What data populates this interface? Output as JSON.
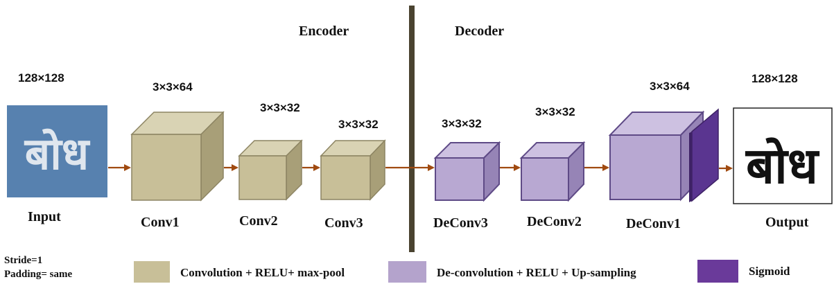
{
  "sections": {
    "encoder": "Encoder",
    "decoder": "Decoder"
  },
  "input": {
    "size": "128×128",
    "label": "Input",
    "glyphs": "बोध"
  },
  "output": {
    "size": "128×128",
    "label": "Output",
    "glyphs": "बोध"
  },
  "layers": [
    {
      "id": "conv1",
      "label": "Conv1",
      "dims": "3×3×64"
    },
    {
      "id": "conv2",
      "label": "Conv2",
      "dims": "3×3×32"
    },
    {
      "id": "conv3",
      "label": "Conv3",
      "dims": "3×3×32"
    },
    {
      "id": "deconv3",
      "label": "DeConv3",
      "dims": "3×3×32"
    },
    {
      "id": "deconv2",
      "label": "DeConv2",
      "dims": "3×3×32"
    },
    {
      "id": "deconv1",
      "label": "DeConv1",
      "dims": "3×3×64"
    }
  ],
  "notes": {
    "stride": "Stride=1",
    "padding": "Padding= same"
  },
  "legend": [
    {
      "label": "Convolution + RELU+ max-pool",
      "color": "#c8bf98"
    },
    {
      "label": "De-convolution + RELU + Up-sampling",
      "color": "#b4a3cc"
    },
    {
      "label": "Sigmoid",
      "color": "#6a3a9a"
    }
  ],
  "colors": {
    "conv_front": "#c8bf98",
    "conv_top": "#d9d3b4",
    "conv_side": "#a89f78",
    "conv_edge": "#8c8462",
    "deconv_front": "#b8a8d2",
    "deconv_top": "#cdc1e1",
    "deconv_side": "#9684b6",
    "deconv_edge": "#5e4a86",
    "sigmoid": "#5a3590",
    "arrow": "#a04a10",
    "divider": "#4a4330"
  }
}
